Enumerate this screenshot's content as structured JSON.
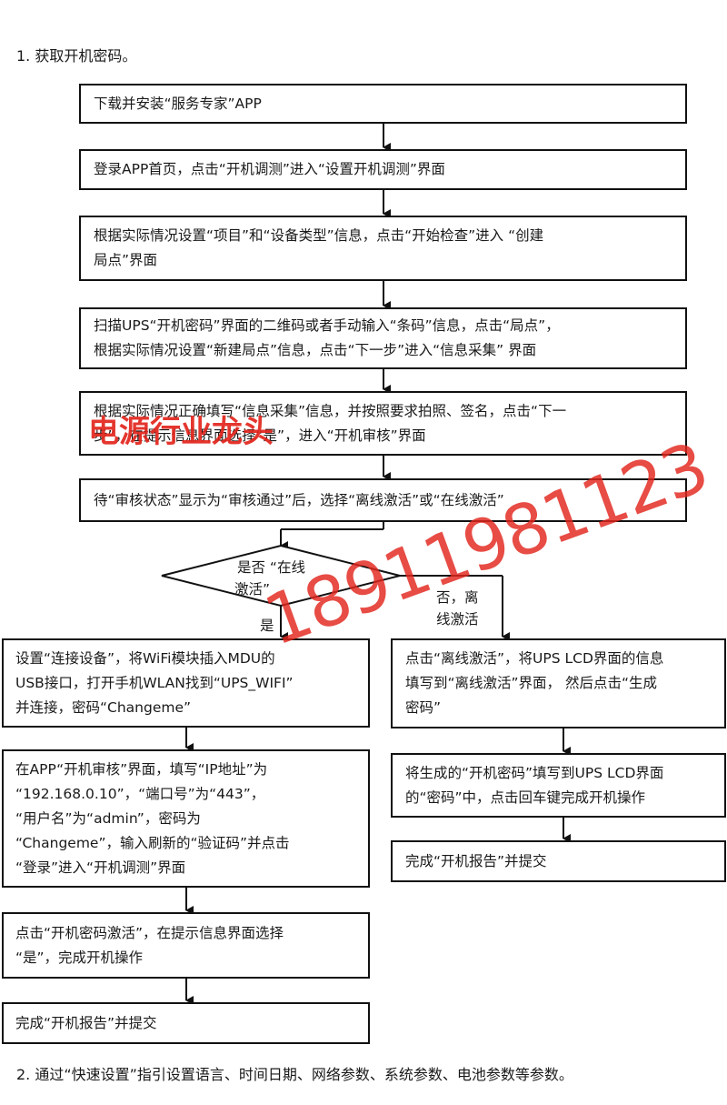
{
  "heading1": "1. 获取开机密码。",
  "heading2": "2. 通过“快速设置”指引设置语言、时间日期、网络参数、系统参数、电池参数等参数。",
  "steps": [
    {
      "lines": [
        "下载并安装“服务专家”APP"
      ]
    },
    {
      "lines": [
        "登录APP首页，点击“开机调测”进入“设置开机调测”界面"
      ]
    },
    {
      "lines": [
        "根据实际情况设置“项目”和“设备类型”信息，点击“开始检查”进入 “创建",
        "局点”界面"
      ]
    },
    {
      "lines": [
        "扫描UPS“开机密码”界面的二维码或者手动输入“条码”信息，点击“局点”，",
        "根据实际情况设置“新建局点”信息，点击“下一步”进入“信息采集” 界面"
      ]
    },
    {
      "lines": [
        "根据实际情况正确填写“信息采集”信息，并按照要求拍照、签名，点击“下一",
        "步”，在提示信息界面选择“是”，进入“开机审核”界面"
      ]
    },
    {
      "lines": [
        "待“审核状态”显示为“审核通过”后，选择“离线激活”或“在线激活”"
      ]
    }
  ],
  "decision": {
    "line1": "是否 “在线",
    "line2": "激活”",
    "yes_label": "是",
    "no_label_line1": "否，离",
    "no_label_line2": "线激活"
  },
  "left_branch": [
    {
      "lines": [
        "设置“连接设备”，将WiFi模块插入MDU的",
        "USB接口，打开手机WLAN找到“UPS_WIFI”",
        "并连接，密码“Changeme”"
      ]
    },
    {
      "lines": [
        "在APP“开机审核”界面，填写“IP地址”为",
        "“192.168.0.10”，“端口号”为“443”，",
        "“用户名”为“admin”，密码为",
        "“Changeme”，输入刷新的“验证码”并点击",
        "“登录”进入“开机调测”界面"
      ]
    },
    {
      "lines": [
        "点击“开机密码激活”，在提示信息界面选择",
        "“是”，完成开机操作"
      ]
    },
    {
      "lines": [
        "完成“开机报告”并提交"
      ]
    }
  ],
  "right_branch": [
    {
      "lines": [
        "点击“离线激活”，将UPS LCD界面的信息",
        "填写到“离线激活”界面， 然后点击“生成",
        "密码”"
      ]
    },
    {
      "lines": [
        "将生成的“开机密码”填写到UPS LCD界面",
        "的“密码”中，点击回车键完成开机操作"
      ]
    },
    {
      "lines": [
        "完成“开机报告”并提交"
      ]
    }
  ],
  "watermark": {
    "text1": "电源行业龙头",
    "text2": "18911981123",
    "color": "#e2261d"
  }
}
